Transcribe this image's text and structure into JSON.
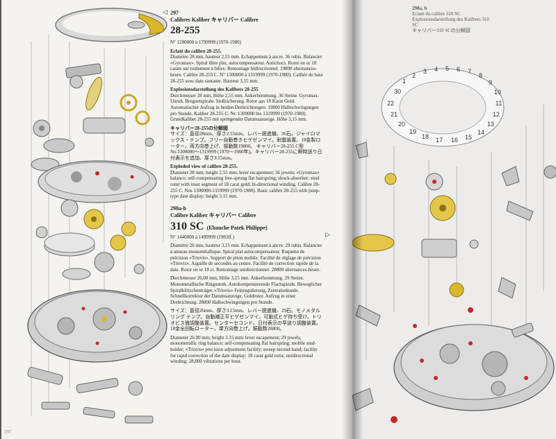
{
  "left_page": {
    "tri_icon": "◁",
    "ref_top": "297",
    "header_row": "Calibres   Kaliber   キャリバー   Calibre",
    "section1": {
      "title": "28-255",
      "serial": "N° 1280000 à 1799999 (1970-1980)",
      "fr_title": "Eclaté du calibre 28-255.",
      "fr_body": "Diamètre 28 mm, hauteur 2,55 mm. Echappement à ancre. 36 rubis. Balancier «Gyromax». Spiral libre plat, autocompensateur. Antichocs. Rotor en or 18 carats sur roulement à billes. Remontage bidirectionnel. 19800 alternances-heure.",
      "fr_extra": "Calibre 28-255 C. N° 1300000 à 1319999 (1970-1980). Calibre de base 28-255 avec date sautante. Hauteur 3,15 mm.",
      "de_title": "Explosionsdarstellung des Kalibers 28-255",
      "de_body": "Durchmesser 28 mm, Höhe 2,55 mm. Ankerhemmung. 36 Steine. Gyromax-Unruh. Breguetspirale. Stoßsicherung. Rotor aus 18 Karat Gold. Automatischer Aufzug in beiden Drehrichtungen. 19800 Halbschwingungen pro Stunde.",
      "de_extra": "Kaliber 28-255 C. Nr. 1300000 bis 1319999 (1970-1980). Grundkaliber 28-255 mit springender Datumsanzeige. Höhe 3,15 mm.",
      "jp_title": "キャリバー28-255の分解図",
      "jp_body": "サイズ：直径28mm、厚さ2.55mm、レバー脱進機、36石。ジャイロマックス・テンプ。フリー自動巻きヒゲゼンマイ。耐震装置。18金製ローター。両方向巻上げ、振動数19800。",
      "jp_extra": "キャリバー28-255 C型 No.1300000〜1319999 (1970〜1980年)。キャリバー28-255に瞬時送り日付表示を追加、厚さ3.15mm。",
      "en_title": "Exploded view of calibre 28-255.",
      "en_body": "Diameter 28 mm; height 2.55 mm; lever escapement; 36 jewels; «Gyromax» balance; self-compensating free-sprung flat hairspring; shock-absorber; steel rotor with inset segment of 18 carat gold; bi-directional winding.",
      "en_extra": "Calibre 28-255 C. Nos 1300000-1319999 (1970-1980). Basic calibre 28-255 with jump-type date display; height 3.15 mm."
    },
    "ref_mid": "298a-b",
    "header_row2": "Calibre   Kaliber   キャリバー   Calibre",
    "section2": {
      "title": "310 SC",
      "title_note": "(Ebauche Patek Philippe)",
      "serial": "N° 1440000 à 1499999 (1983ff.)",
      "fr_body": "Diamètre 26 mm, hauteur 3,15 mm. Echappement à ancre. 29 rubis. Balancier à anneau monométallique. Spiral plat autocompensateur. Raquette de précision «Triovis». Support de piton mobile. Facilité de réglage de précision «Triovis». Aiguille de secondes au centre. Facilité de correction rapide de la date. Rotor en or 18 ct. Remontage unidirectionnel. 28800 alternances-heure.",
      "de_body": "Durchmesser 26,00 mm, Höhe 3,15 mm. Ankerhemmung. 29 Steine. Monometallische Ringunruh. Autokompensierende Flachspirale. Beweglicher Spiralklötzchenträger. «Triovis» Feinregulierung. Zentralsekunde. Schnellkorrektur der Datumsanzeige. Goldrotor. Aufzug in einer Drehrichtung. 28800 Halbschwingungen pro Stunde.",
      "jp_body": "サイズ：直径26mm、厚さ3.15mm、レバー脱進機、29石。モノメタル リング テンプ。自動補正平ヒゲゼンマイ。可動式ヒゲ持ち受け。トリオビス微調整装置。センターセコンド。日付表示の早送り調整装置。18金全回転ローター。単方向巻上げ。振動数28800。",
      "en_body": "Diameter 26.00 mm; height 3.15 mm; lever escapement; 29 jewels; monometallic ring balance; self-compensating flat hairspring; mobile stud-holder; «Triovis» precision adjustment facility; sweep second-hand; facility for rapid correction of the date display; 18 carat gold rotor, unidirectional winding; 28,800 vibrations per hour."
    },
    "page_number": "297"
  },
  "right_page": {
    "ref": "298a, b",
    "line1": "Eclaté du calibre 310 SC",
    "line2": "Explosionsdarstellung des Kalibers 310 SC",
    "line3": "キャリバー310 SCの分解図"
  },
  "colors": {
    "paper": "#f4f3ef",
    "gold": "#d9b72a",
    "steel": "#b8b8b8",
    "red": "#c62828",
    "line": "#9a9a9a"
  }
}
